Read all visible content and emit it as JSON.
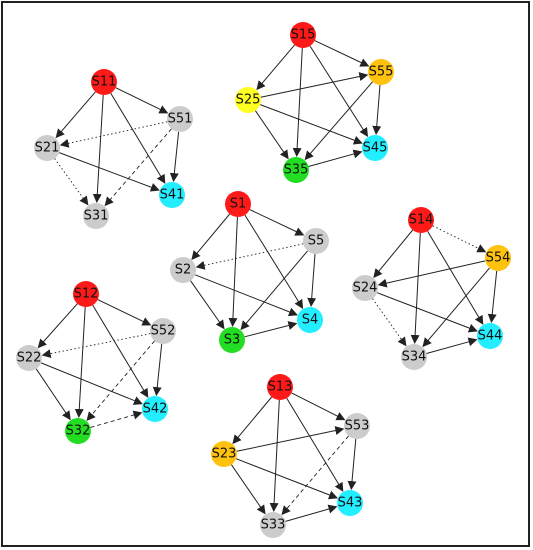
{
  "diagram": {
    "colors": {
      "red": "#ff1a1a",
      "grey": "#cccccc",
      "cyan": "#22eeff",
      "green": "#22dd22",
      "orange": "#ffc20e",
      "yellow": "#ffff22",
      "edge": "#222222",
      "frame": "#222222",
      "background": "#ffffff"
    },
    "groups": [
      {
        "id": "g11",
        "nodes": [
          {
            "id": "S11",
            "label": "S11",
            "color": "red"
          },
          {
            "id": "S21",
            "label": "S21",
            "color": "grey"
          },
          {
            "id": "S51",
            "label": "S51",
            "color": "grey"
          },
          {
            "id": "S31",
            "label": "S31",
            "color": "grey"
          },
          {
            "id": "S41",
            "label": "S41",
            "color": "cyan"
          }
        ],
        "edges": [
          {
            "from": "S11",
            "to": "S21",
            "style": "solid"
          },
          {
            "from": "S11",
            "to": "S51",
            "style": "solid"
          },
          {
            "from": "S11",
            "to": "S31",
            "style": "solid"
          },
          {
            "from": "S11",
            "to": "S41",
            "style": "solid"
          },
          {
            "from": "S21",
            "to": "S41",
            "style": "solid"
          },
          {
            "from": "S51",
            "to": "S41",
            "style": "solid"
          },
          {
            "from": "S51",
            "to": "S21",
            "style": "dotted"
          },
          {
            "from": "S51",
            "to": "S31",
            "style": "dashed"
          },
          {
            "from": "S21",
            "to": "S31",
            "style": "dotted"
          }
        ]
      },
      {
        "id": "g15",
        "nodes": [
          {
            "id": "S15",
            "label": "S15",
            "color": "red"
          },
          {
            "id": "S25",
            "label": "S25",
            "color": "yellow"
          },
          {
            "id": "S55",
            "label": "S55",
            "color": "orange"
          },
          {
            "id": "S35",
            "label": "S35",
            "color": "green"
          },
          {
            "id": "S45",
            "label": "S45",
            "color": "cyan"
          }
        ],
        "edges": [
          {
            "from": "S15",
            "to": "S25",
            "style": "solid"
          },
          {
            "from": "S15",
            "to": "S55",
            "style": "solid"
          },
          {
            "from": "S15",
            "to": "S35",
            "style": "solid"
          },
          {
            "from": "S15",
            "to": "S45",
            "style": "solid"
          },
          {
            "from": "S25",
            "to": "S55",
            "style": "solid"
          },
          {
            "from": "S25",
            "to": "S45",
            "style": "solid"
          },
          {
            "from": "S25",
            "to": "S35",
            "style": "solid"
          },
          {
            "from": "S55",
            "to": "S35",
            "style": "solid"
          },
          {
            "from": "S55",
            "to": "S45",
            "style": "solid"
          },
          {
            "from": "S35",
            "to": "S45",
            "style": "solid"
          }
        ]
      },
      {
        "id": "g1",
        "nodes": [
          {
            "id": "S1",
            "label": "S1",
            "color": "red"
          },
          {
            "id": "S2",
            "label": "S2",
            "color": "grey"
          },
          {
            "id": "S5",
            "label": "S5",
            "color": "grey"
          },
          {
            "id": "S3",
            "label": "S3",
            "color": "green"
          },
          {
            "id": "S4",
            "label": "S4",
            "color": "cyan"
          }
        ],
        "edges": [
          {
            "from": "S1",
            "to": "S2",
            "style": "solid"
          },
          {
            "from": "S1",
            "to": "S5",
            "style": "solid"
          },
          {
            "from": "S1",
            "to": "S3",
            "style": "solid"
          },
          {
            "from": "S1",
            "to": "S4",
            "style": "solid"
          },
          {
            "from": "S5",
            "to": "S2",
            "style": "dotted"
          },
          {
            "from": "S2",
            "to": "S3",
            "style": "solid"
          },
          {
            "from": "S2",
            "to": "S4",
            "style": "solid"
          },
          {
            "from": "S5",
            "to": "S3",
            "style": "solid"
          },
          {
            "from": "S5",
            "to": "S4",
            "style": "solid"
          },
          {
            "from": "S3",
            "to": "S4",
            "style": "solid"
          }
        ]
      },
      {
        "id": "g14",
        "nodes": [
          {
            "id": "S14",
            "label": "S14",
            "color": "red"
          },
          {
            "id": "S24",
            "label": "S24",
            "color": "grey"
          },
          {
            "id": "S54",
            "label": "S54",
            "color": "orange"
          },
          {
            "id": "S34",
            "label": "S34",
            "color": "grey"
          },
          {
            "id": "S44",
            "label": "S44",
            "color": "cyan"
          }
        ],
        "edges": [
          {
            "from": "S14",
            "to": "S24",
            "style": "solid"
          },
          {
            "from": "S14",
            "to": "S54",
            "style": "dotted"
          },
          {
            "from": "S14",
            "to": "S34",
            "style": "solid"
          },
          {
            "from": "S14",
            "to": "S44",
            "style": "solid"
          },
          {
            "from": "S54",
            "to": "S24",
            "style": "solid"
          },
          {
            "from": "S24",
            "to": "S44",
            "style": "solid"
          },
          {
            "from": "S24",
            "to": "S34",
            "style": "dotted"
          },
          {
            "from": "S54",
            "to": "S34",
            "style": "solid"
          },
          {
            "from": "S54",
            "to": "S44",
            "style": "solid"
          },
          {
            "from": "S34",
            "to": "S44",
            "style": "solid"
          }
        ]
      },
      {
        "id": "g12",
        "nodes": [
          {
            "id": "S12",
            "label": "S12",
            "color": "red"
          },
          {
            "id": "S22",
            "label": "S22",
            "color": "grey"
          },
          {
            "id": "S52",
            "label": "S52",
            "color": "grey"
          },
          {
            "id": "S32",
            "label": "S32",
            "color": "green"
          },
          {
            "id": "S42",
            "label": "S42",
            "color": "cyan"
          }
        ],
        "edges": [
          {
            "from": "S12",
            "to": "S22",
            "style": "solid"
          },
          {
            "from": "S12",
            "to": "S52",
            "style": "solid"
          },
          {
            "from": "S12",
            "to": "S32",
            "style": "solid"
          },
          {
            "from": "S12",
            "to": "S42",
            "style": "solid"
          },
          {
            "from": "S52",
            "to": "S22",
            "style": "dotted"
          },
          {
            "from": "S22",
            "to": "S32",
            "style": "solid"
          },
          {
            "from": "S22",
            "to": "S42",
            "style": "solid"
          },
          {
            "from": "S52",
            "to": "S32",
            "style": "dashed"
          },
          {
            "from": "S52",
            "to": "S42",
            "style": "solid"
          },
          {
            "from": "S32",
            "to": "S42",
            "style": "dashed"
          }
        ]
      },
      {
        "id": "g13",
        "nodes": [
          {
            "id": "S13",
            "label": "S13",
            "color": "red"
          },
          {
            "id": "S23",
            "label": "S23",
            "color": "orange"
          },
          {
            "id": "S53",
            "label": "S53",
            "color": "grey"
          },
          {
            "id": "S33",
            "label": "S33",
            "color": "grey"
          },
          {
            "id": "S43",
            "label": "S43",
            "color": "cyan"
          }
        ],
        "edges": [
          {
            "from": "S13",
            "to": "S23",
            "style": "solid"
          },
          {
            "from": "S13",
            "to": "S53",
            "style": "solid"
          },
          {
            "from": "S13",
            "to": "S33",
            "style": "solid"
          },
          {
            "from": "S13",
            "to": "S43",
            "style": "solid"
          },
          {
            "from": "S23",
            "to": "S53",
            "style": "solid"
          },
          {
            "from": "S23",
            "to": "S33",
            "style": "solid"
          },
          {
            "from": "S23",
            "to": "S43",
            "style": "solid"
          },
          {
            "from": "S53",
            "to": "S33",
            "style": "dashed"
          },
          {
            "from": "S53",
            "to": "S43",
            "style": "solid"
          },
          {
            "from": "S33",
            "to": "S43",
            "style": "solid"
          }
        ]
      }
    ]
  }
}
